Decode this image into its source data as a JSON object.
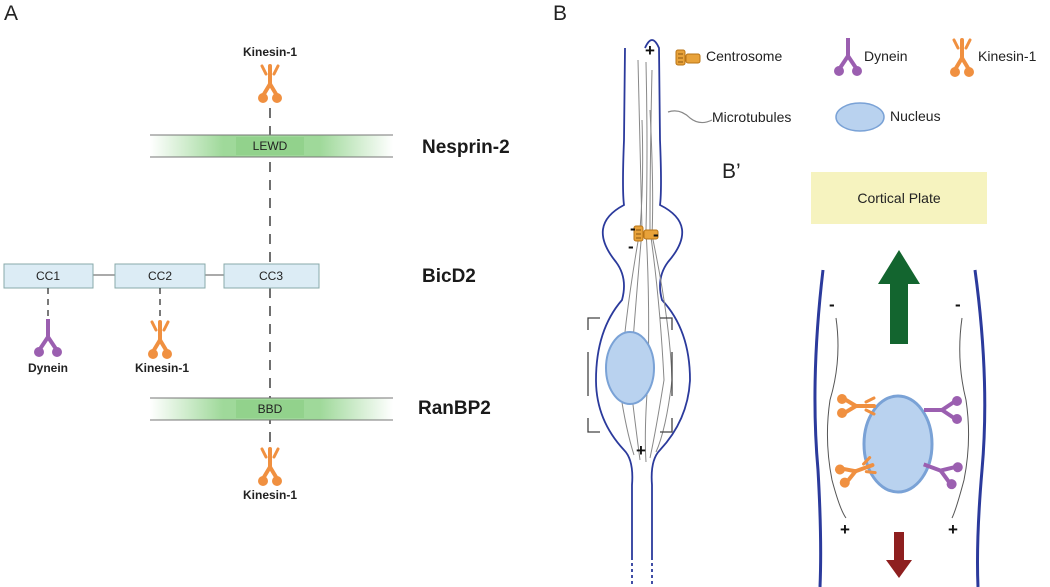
{
  "panelA": {
    "label": "A",
    "top_motor": "Kinesin-1",
    "bottom_motor": "Kinesin-1",
    "nesprin": {
      "name": "Nesprin-2",
      "domain": "LEWD"
    },
    "bicd": {
      "name": "BicD2",
      "domains": [
        "CC1",
        "CC2",
        "CC3"
      ]
    },
    "ranbp": {
      "name": "RanBP2",
      "domain": "BBD"
    },
    "cc1_motor": "Dynein",
    "cc2_motor": "Kinesin-1"
  },
  "panelB": {
    "label": "B",
    "sublabel": "B’",
    "legend": {
      "centrosome": "Centrosome",
      "dynein": "Dynein",
      "kinesin": "Kinesin-1",
      "microtubules": "Microtubules",
      "nucleus": "Nucleus"
    },
    "cortical_plate": "Cortical Plate",
    "plus": "+",
    "minus": "-"
  },
  "colors": {
    "kinesin": "#f09040",
    "dynein": "#9b5fb0",
    "centrosome": "#e8a23a",
    "membrane": "#2b3a9c",
    "nucleus_fill": "#b9d2ef",
    "nucleus_stroke": "#7aa2d6",
    "domain_box": "#dcefF6",
    "green_band": "#8fd08a",
    "up_arrow": "#13652f",
    "down_arrow": "#8e1f1f",
    "plate": "#f6f3bf"
  }
}
